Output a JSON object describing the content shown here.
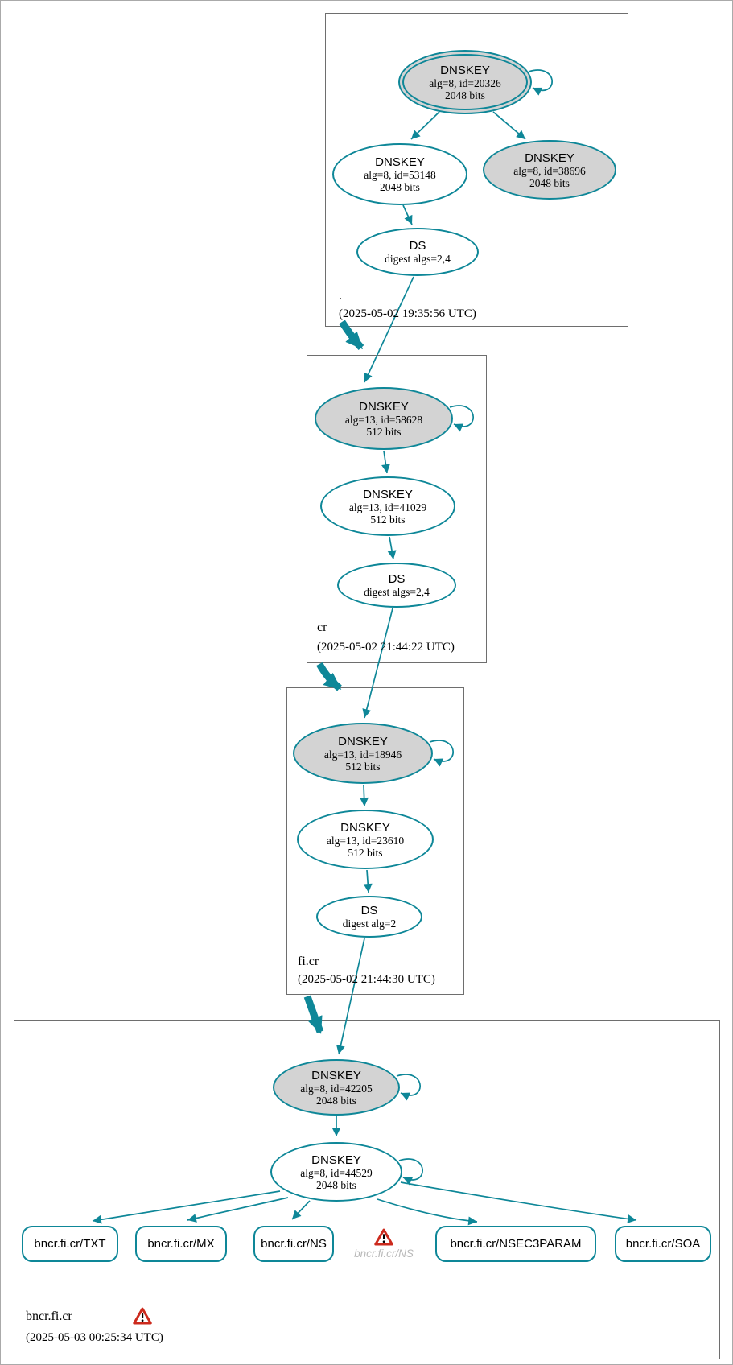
{
  "diagram": {
    "type": "dnssec-authentication-chain",
    "colors": {
      "edge_teal": "#0e8798",
      "node_fill_gray": "#d3d3d3",
      "warning_red": "#cc2a1d",
      "muted_text": "#b9b9b9",
      "box_border": "#6e6e6e"
    }
  },
  "zones": {
    "root": {
      "label": ".",
      "timestamp": "(2025-05-02 19:35:56 UTC)",
      "nodes": {
        "ksk": {
          "title": "DNSKEY",
          "detail1": "alg=8, id=20326",
          "detail2": "2048 bits"
        },
        "zsk": {
          "title": "DNSKEY",
          "detail1": "alg=8, id=53148",
          "detail2": "2048 bits"
        },
        "standby": {
          "title": "DNSKEY",
          "detail1": "alg=8, id=38696",
          "detail2": "2048 bits"
        },
        "ds": {
          "title": "DS",
          "detail1": "digest algs=2,4"
        }
      }
    },
    "cr": {
      "label": "cr",
      "timestamp": "(2025-05-02 21:44:22 UTC)",
      "nodes": {
        "ksk": {
          "title": "DNSKEY",
          "detail1": "alg=13, id=58628",
          "detail2": "512 bits"
        },
        "zsk": {
          "title": "DNSKEY",
          "detail1": "alg=13, id=41029",
          "detail2": "512 bits"
        },
        "ds": {
          "title": "DS",
          "detail1": "digest algs=2,4"
        }
      }
    },
    "fi_cr": {
      "label": "fi.cr",
      "timestamp": "(2025-05-02 21:44:30 UTC)",
      "nodes": {
        "ksk": {
          "title": "DNSKEY",
          "detail1": "alg=13, id=18946",
          "detail2": "512 bits"
        },
        "zsk": {
          "title": "DNSKEY",
          "detail1": "alg=13, id=23610",
          "detail2": "512 bits"
        },
        "ds": {
          "title": "DS",
          "detail1": "digest alg=2"
        }
      }
    },
    "bncr_fi_cr": {
      "label": "bncr.fi.cr",
      "timestamp": "(2025-05-03 00:25:34 UTC)",
      "nodes": {
        "ksk": {
          "title": "DNSKEY",
          "detail1": "alg=8, id=42205",
          "detail2": "2048 bits"
        },
        "zsk": {
          "title": "DNSKEY",
          "detail1": "alg=8, id=44529",
          "detail2": "2048 bits"
        }
      },
      "records": [
        {
          "label": "bncr.fi.cr/TXT"
        },
        {
          "label": "bncr.fi.cr/MX"
        },
        {
          "label": "bncr.fi.cr/NS"
        },
        {
          "label": "bncr.fi.cr/NSEC3PARAM"
        },
        {
          "label": "bncr.fi.cr/SOA"
        }
      ],
      "warning_record": {
        "label": "bncr.fi.cr/NS"
      }
    }
  }
}
